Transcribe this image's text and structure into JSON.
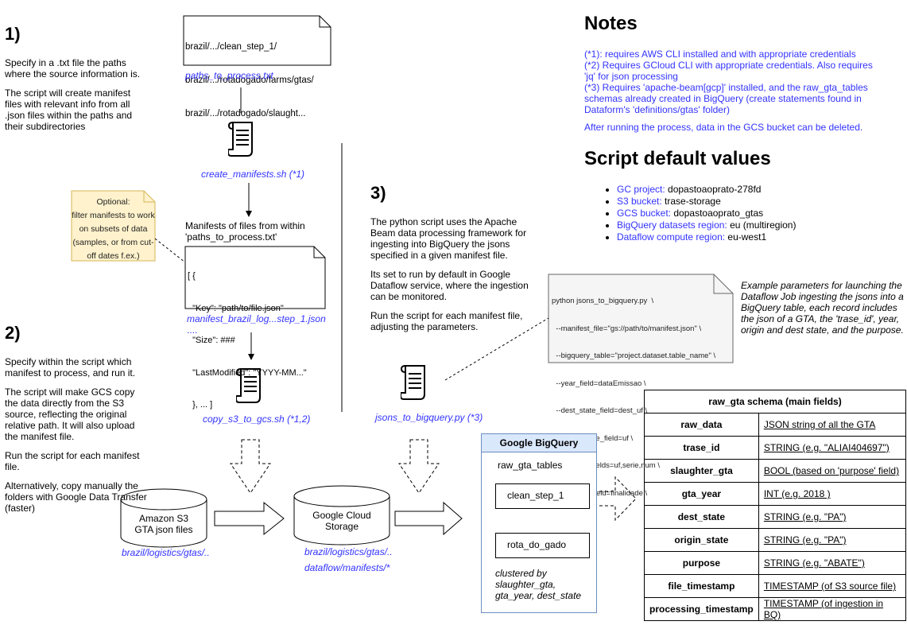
{
  "step1": {
    "number": "1)",
    "paragraphs": [
      "Specify in a .txt file the paths where the source information is.",
      "The script will create manifest files with relevant info from all .json files within the paths and their subdirectories"
    ],
    "paths_file_lines": [
      "brazil/.../clean_step_1/",
      "brazil/.../rotadogado/farms/gtas/",
      "brazil/.../rotadogado/slaught..."
    ],
    "paths_file_name": "paths_to_process.txt",
    "script_name": "create_manifests.sh (*1)",
    "manifest_caption_lines": [
      "Manifests of files from within",
      "'paths_to_process.txt'"
    ],
    "manifest_lines": [
      "[ {",
      "  \"Key\": \"path/to/file.json\"",
      "  \"Size\": ###",
      "  \"LastModified\": \"YYYY-MM...\"",
      "  }, ... ]"
    ],
    "manifest_file_name": "manifest_brazil_log...step_1.json",
    "manifest_file_more": "....",
    "optional_lines": [
      "Optional:",
      "filter manifests to work",
      "on subsets of data",
      "(samples, or from cut-",
      "off dates f.ex.)"
    ]
  },
  "step2": {
    "number": "2)",
    "paragraphs": [
      "Specify within the script which manifest to process, and run it.",
      "The script will make GCS copy the data directly from the S3 source, reflecting the original relative path. It will also upload the manifest file.",
      "Run the script for each manifest file.",
      "Alternatively, copy manually the folders with Google Data Transfer (faster)"
    ],
    "script_name": "copy_s3_to_gcs.sh (*1,2)",
    "s3_label_lines": [
      "Amazon S3",
      "GTA json files"
    ],
    "s3_path": "brazil/logistics/gtas/..",
    "gcs_label_lines": [
      "Google Cloud",
      "Storage"
    ],
    "gcs_paths": [
      "brazil/logistics/gtas/..",
      "dataflow/manifests/*"
    ]
  },
  "step3": {
    "number": "3)",
    "paragraphs": [
      "The python script uses the Apache Beam data processing framework for ingesting into BigQuery the jsons specified in a given manifest file.",
      "Its set to run by default in Google Dataflow service, where the ingestion can be monitored.",
      "Run the script for each manifest file, adjusting the parameters."
    ],
    "script_name": "jsons_to_bigquery.py (*3)",
    "command_lines": [
      "python jsons_to_bigquery.py  \\",
      "  --manifest_file=\"gs://path/to/manifest.json\" \\",
      "  --bigquery_table=\"project.dataset.table_name\" \\",
      "  --year_field=dataEmissao \\",
      "  --dest_state_field=dest_uf \\",
      "  --origin_state_field=uf \\",
      "  --trase_id_fields=uf,serie,num \\",
      "  --purpose_field=finalidade \\"
    ],
    "command_caption": "Example parameters for launching the Dataflow Job ingesting the jsons into a BigQuery table, each record includes the json of a GTA, the 'trase_id', year, origin and dest state, and the purpose."
  },
  "bigquery": {
    "title": "Google BigQuery",
    "dataset": "raw_gta_tables",
    "tables": [
      "clean_step_1",
      "rota_do_gado"
    ],
    "cluster_note": "clustered by slaughter_gta, gta_year, dest_state"
  },
  "notes": {
    "title": "Notes",
    "lines": [
      "(*1): requires AWS CLI installed and with appropriate credentials",
      "(*2) Requires GCloud CLI with appropriate credentials. Also requires 'jq' for json processing",
      "(*3) Requires 'apache-beam[gcp]' installed, and the raw_gta_tables schemas already created in BigQuery (create statements found in Dataform's 'definitions/gtas' folder)"
    ],
    "footer": "After running the process, data in the GCS bucket can be deleted."
  },
  "defaults": {
    "title": "Script default values",
    "items": [
      {
        "label": "GC project:",
        "value": "dopastoaoprato-278fd"
      },
      {
        "label": "S3 bucket:",
        "value": "trase-storage"
      },
      {
        "label": "GCS bucket:",
        "value": "dopastoaoprato_gtas"
      },
      {
        "label": "BigQuery datasets region:",
        "value": "eu (multiregion)"
      },
      {
        "label": "Dataflow compute region:",
        "value": "eu-west1"
      }
    ]
  },
  "schema": {
    "title": "raw_gta schema (main fields)",
    "rows": [
      {
        "field": "raw_data",
        "type": "JSON string of all the GTA"
      },
      {
        "field": "trase_id",
        "type": "STRING (e.g. \"ALIAI404697\")"
      },
      {
        "field": "slaughter_gta",
        "type": "BOOL (based on 'purpose' field)"
      },
      {
        "field": "gta_year",
        "type": "INT (e.g. 2018 )"
      },
      {
        "field": "dest_state",
        "type": "STRING (e.g. \"PA\")"
      },
      {
        "field": "origin_state",
        "type": "STRING (e.g. \"PA\")"
      },
      {
        "field": "purpose",
        "type": "STRING (e.g. \"ABATE\")"
      },
      {
        "field": "file_timestamp",
        "type": "TIMESTAMP (of S3 source file)"
      },
      {
        "field": "processing_timestamp",
        "type": "TIMESTAMP (of ingestion in BQ)"
      }
    ]
  },
  "colors": {
    "link": "#3333ff",
    "bq_header": "#dae8fc",
    "optional_fill": "#fff2cc",
    "optional_border": "#d6b656"
  }
}
